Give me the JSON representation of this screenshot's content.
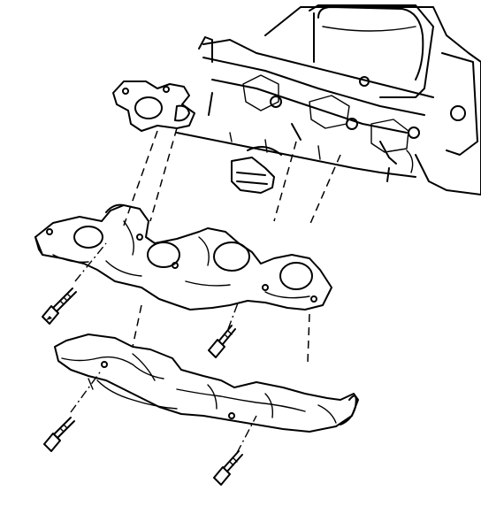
{
  "figure": {
    "background": "#ffffff",
    "line_color": "#000000",
    "parts": [
      "engine-block",
      "exhaust-manifold-gasket",
      "exhaust-manifold",
      "heat-shield",
      "manifold-bolt",
      "heat-shield-bolt"
    ]
  }
}
